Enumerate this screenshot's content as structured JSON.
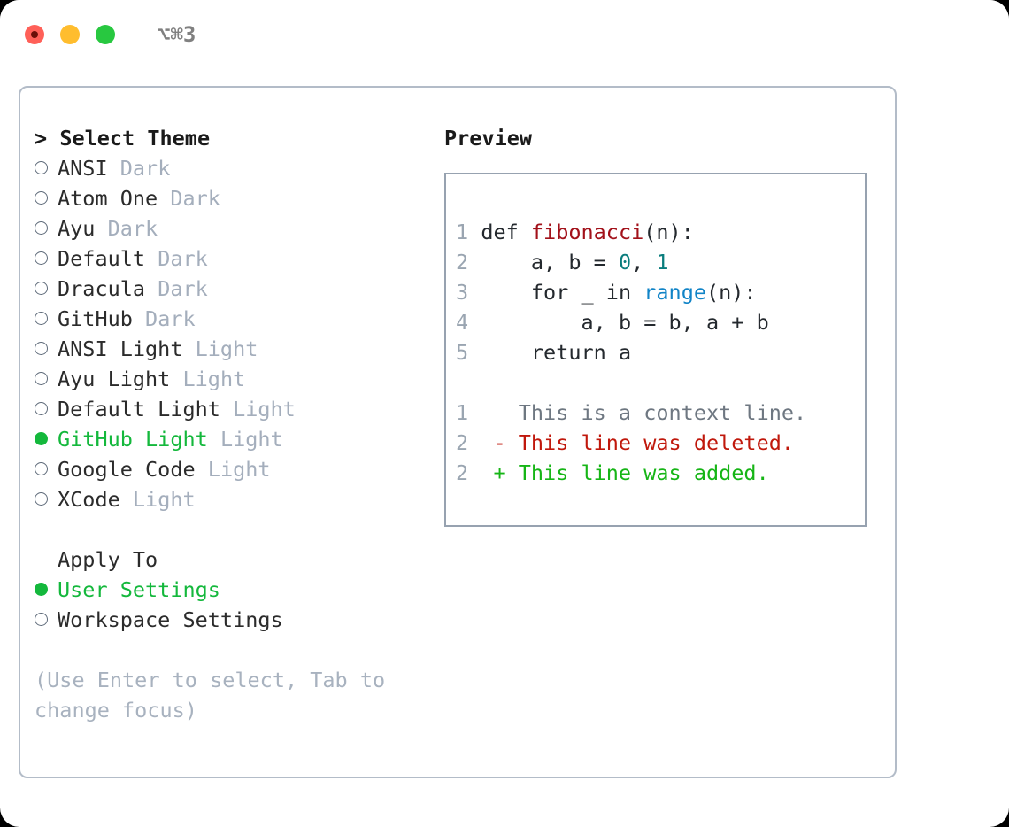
{
  "titlebar": {
    "shortcut": "⌥⌘3",
    "buttons": {
      "close": "close-traffic-light",
      "minimize": "minimize-traffic-light",
      "zoom": "zoom-traffic-light"
    }
  },
  "theme_list": {
    "header_prompt": ">",
    "header": "Select Theme",
    "items": [
      {
        "marker": "○",
        "name": "ANSI",
        "variant": "Dark",
        "selected": false
      },
      {
        "marker": "○",
        "name": "Atom One",
        "variant": "Dark",
        "selected": false
      },
      {
        "marker": "○",
        "name": "Ayu",
        "variant": "Dark",
        "selected": false
      },
      {
        "marker": "○",
        "name": "Default",
        "variant": "Dark",
        "selected": false
      },
      {
        "marker": "○",
        "name": "Dracula",
        "variant": "Dark",
        "selected": false
      },
      {
        "marker": "○",
        "name": "GitHub",
        "variant": "Dark",
        "selected": false
      },
      {
        "marker": "○",
        "name": "ANSI Light",
        "variant": "Light",
        "selected": false
      },
      {
        "marker": "○",
        "name": "Ayu Light",
        "variant": "Light",
        "selected": false
      },
      {
        "marker": "○",
        "name": "Default Light",
        "variant": "Light",
        "selected": false
      },
      {
        "marker": "●",
        "name": "GitHub Light",
        "variant": "Light",
        "selected": true
      },
      {
        "marker": "○",
        "name": "Google Code",
        "variant": "Light",
        "selected": false
      },
      {
        "marker": "○",
        "name": "XCode",
        "variant": "Light",
        "selected": false
      }
    ]
  },
  "apply_to": {
    "label": "Apply To",
    "options": [
      {
        "marker": "●",
        "name": "User Settings",
        "selected": true
      },
      {
        "marker": "○",
        "name": "Workspace Settings",
        "selected": false
      }
    ]
  },
  "hint": "(Use Enter to select, Tab to change focus)",
  "preview": {
    "title": "Preview",
    "code_lines": [
      {
        "num": "1",
        "segments": [
          {
            "t": "def ",
            "c": "plain"
          },
          {
            "t": "fibonacci",
            "c": "func"
          },
          {
            "t": "(n):",
            "c": "plain"
          }
        ]
      },
      {
        "num": "2",
        "segments": [
          {
            "t": "    a, b = ",
            "c": "plain"
          },
          {
            "t": "0",
            "c": "num"
          },
          {
            "t": ", ",
            "c": "plain"
          },
          {
            "t": "1",
            "c": "num"
          }
        ]
      },
      {
        "num": "3",
        "segments": [
          {
            "t": "    for _ in ",
            "c": "plain"
          },
          {
            "t": "range",
            "c": "builtin"
          },
          {
            "t": "(n):",
            "c": "plain"
          }
        ]
      },
      {
        "num": "4",
        "segments": [
          {
            "t": "        a, b = b, a + b",
            "c": "plain"
          }
        ]
      },
      {
        "num": "5",
        "segments": [
          {
            "t": "    return a",
            "c": "plain"
          }
        ]
      }
    ],
    "diff_lines": [
      {
        "num": "1",
        "sign": " ",
        "text": "This is a context line.",
        "kind": "ctx"
      },
      {
        "num": "2",
        "sign": "-",
        "text": "This line was deleted.",
        "kind": "del"
      },
      {
        "num": "2",
        "sign": "+",
        "text": "This line was added.",
        "kind": "add"
      }
    ]
  },
  "colors": {
    "accent_green": "#14b83c",
    "muted": "#a4aebc",
    "line_number": "#9aa5b1",
    "code_function": "#a2111a",
    "code_number": "#0a7d7d",
    "code_builtin": "#1184c7",
    "diff_context": "#6e7781",
    "diff_deleted": "#c0180c",
    "diff_added": "#16b516",
    "card_border": "#b3bcc8",
    "preview_border": "#97a2b0"
  }
}
